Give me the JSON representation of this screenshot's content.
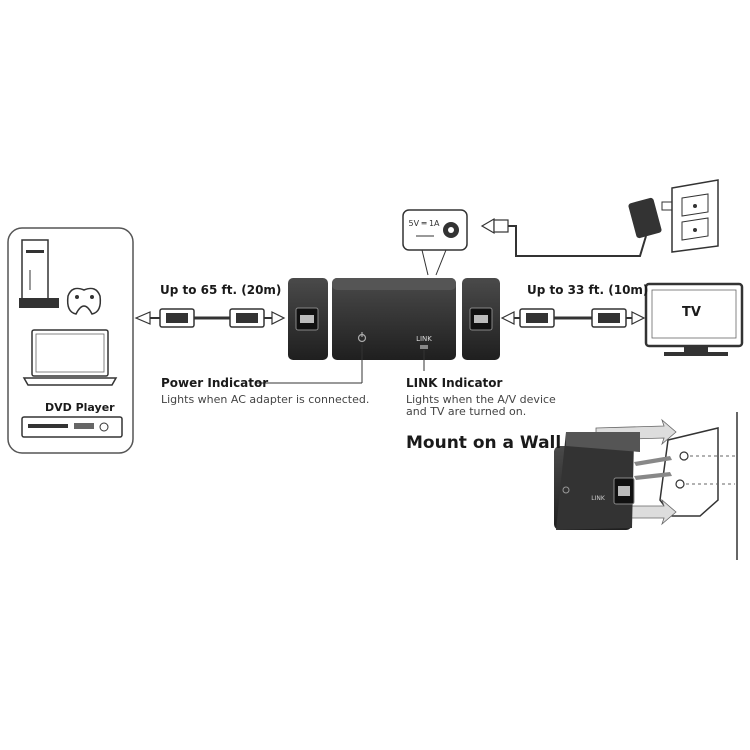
{
  "cable_left": {
    "label": "Up to 65 ft. (20m)"
  },
  "cable_right": {
    "label": "Up to 33 ft. (10m)"
  },
  "devices": {
    "dvd_player": "DVD Player",
    "tv": "TV"
  },
  "adapter": {
    "voltage": "5V",
    "current": "1A"
  },
  "receiver": {
    "link_text": "LINK"
  },
  "power_indicator": {
    "title": "Power Indicator",
    "desc": "Lights when AC adapter is connected."
  },
  "link_indicator": {
    "title": "LINK Indicator",
    "desc_line1": "Lights when the A/V device",
    "desc_line2": "and TV are turned on."
  },
  "mount": {
    "title": "Mount on a Wall"
  },
  "colors": {
    "device_dark": "#2b2b2b",
    "outline": "#333333",
    "background": "#ffffff"
  }
}
